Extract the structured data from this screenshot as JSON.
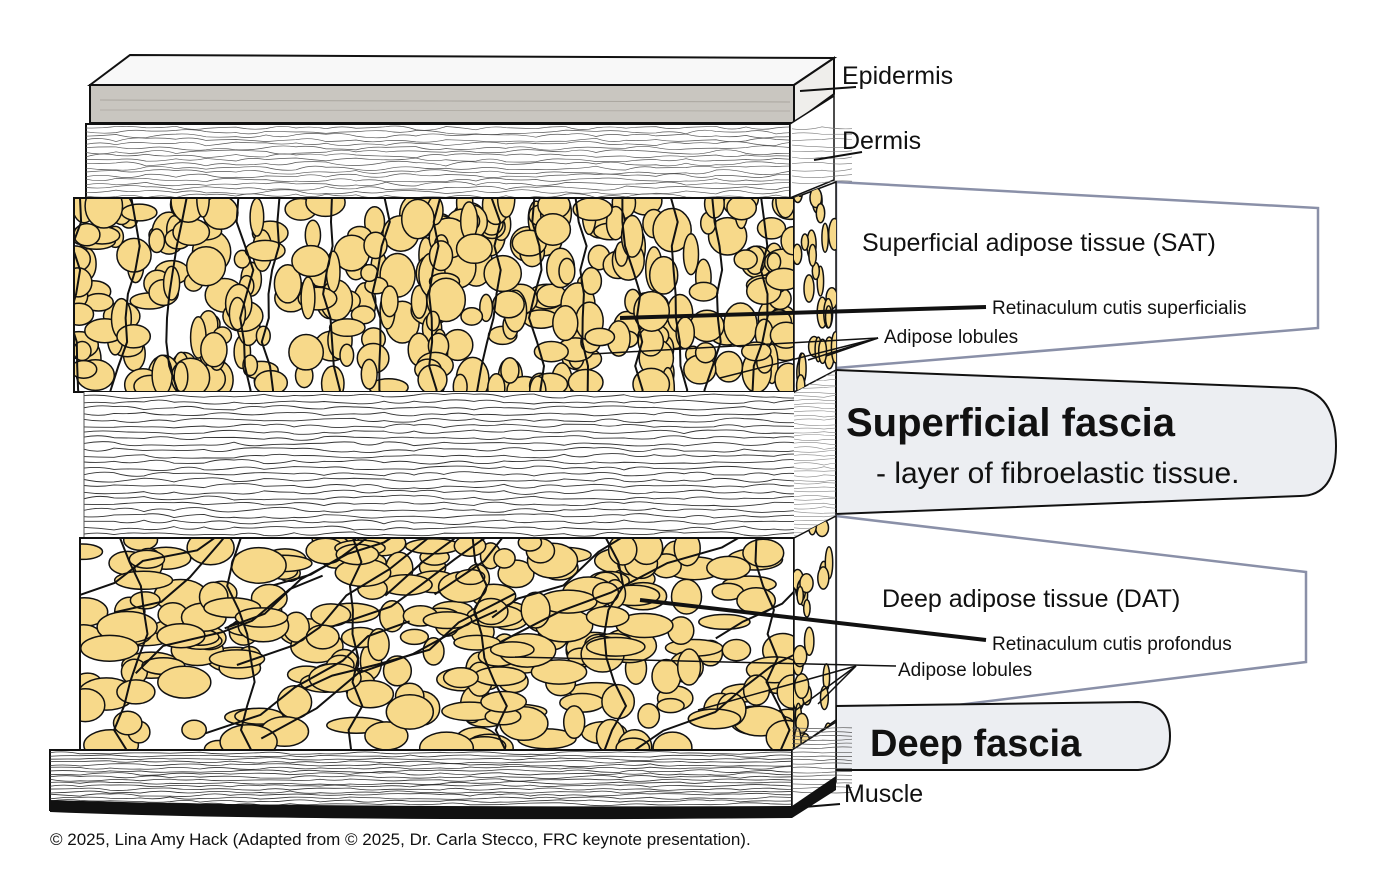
{
  "labels": {
    "epidermis": "Epidermis",
    "dermis": "Dermis",
    "sat": "Superficial adipose tissue (SAT)",
    "ret_sup": "Retinaculum cutis superficialis",
    "adipose_1": "Adipose lobules",
    "sf_title": "Superficial fascia",
    "sf_sub": "- layer of fibroelastic tissue.",
    "dat": "Deep adipose tissue (DAT)",
    "ret_prof": "Retinaculum cutis profondus",
    "adipose_2": "Adipose lobules",
    "deep_fascia": "Deep fascia",
    "muscle": "Muscle"
  },
  "copyright": "© 2025, Lina Amy Hack (Adapted from © 2025, Dr. Carla Stecco, FRC keynote presentation).",
  "colors": {
    "fat": "#f7d98a",
    "callout_fill": "#eceef2",
    "callout_stroke": "#8a90a8",
    "ink": "#111111"
  }
}
